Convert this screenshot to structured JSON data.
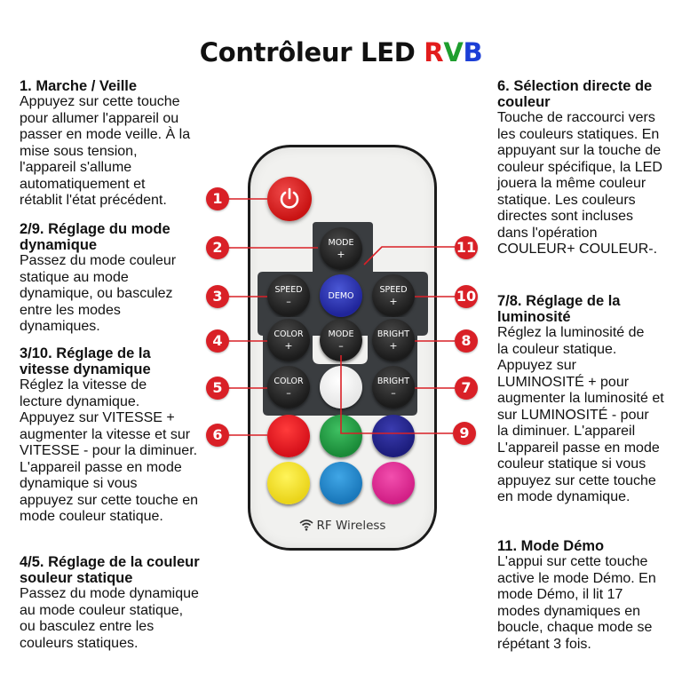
{
  "title": {
    "prefix": "Contrôleur LED ",
    "r": "R",
    "v": "V",
    "b": "B"
  },
  "sections": {
    "s1": {
      "heading": "1. Marche / Veille",
      "lines": [
        "Appuyez sur cette touche",
        "pour allumer l'appareil ou",
        "passer en mode veille. À la",
        "mise sous tension,",
        "l'appareil s'allume",
        "automatiquement et",
        "rétablit l'état précédent."
      ]
    },
    "s29": {
      "heading_lines": [
        "2/9. Réglage du mode",
        "dynamique"
      ],
      "lines": [
        "Passez du mode couleur",
        "statique au mode",
        "dynamique, ou basculez",
        "entre les modes",
        "dynamiques."
      ]
    },
    "s310": {
      "heading_lines": [
        "3/10. Réglage de la",
        "vitesse dynamique"
      ],
      "lines": [
        "Réglez la vitesse de",
        "lecture dynamique.",
        "Appuyez sur VITESSE +",
        "augmenter la vitesse et sur",
        "VITESSE - pour la diminuer.",
        "L'appareil passe en mode",
        "dynamique si vous",
        "appuyez sur cette touche en",
        "mode couleur statique."
      ]
    },
    "s45": {
      "heading_lines": [
        "4/5. Réglage de la couleur",
        "souleur statique"
      ],
      "lines": [
        "Passez du mode dynamique",
        "au mode couleur statique,",
        "ou basculez entre les",
        "couleurs statiques."
      ]
    },
    "s6": {
      "heading_lines": [
        "6. Sélection directe de",
        "couleur"
      ],
      "lines": [
        "Touche de raccourci vers",
        "les couleurs statiques. En",
        "appuyant sur la touche de",
        "couleur spécifique, la LED",
        "jouera la même couleur",
        "statique. Les couleurs",
        "directes sont incluses",
        "dans l'opération",
        "COULEUR+ COULEUR-."
      ]
    },
    "s78": {
      "heading_lines": [
        "7/8. Réglage de la",
        "luminosité"
      ],
      "lines": [
        "Réglez la luminosité de",
        "la couleur statique.",
        "Appuyez sur",
        "LUMINOSITÉ + pour",
        "augmenter la luminosité et",
        "sur  LUMINOSITÉ - pour",
        "la diminuer. L'appareil",
        "L'appareil passe en mode",
        "couleur statique si vous",
        "appuyez sur cette touche",
        "en mode dynamique."
      ]
    },
    "s11": {
      "heading": "11. Mode Démo",
      "lines": [
        "L'appui sur cette touche",
        "active le mode Démo. En",
        "mode Démo, il lit 17",
        "modes dynamiques en",
        "boucle, chaque mode se",
        "répétant 3 fois."
      ]
    }
  },
  "remote": {
    "buttons": {
      "mode_up": {
        "label": "MODE",
        "sym": "+"
      },
      "speed_down": {
        "label": "SPEED",
        "sym": "–"
      },
      "demo": {
        "label": "DEMO"
      },
      "speed_up": {
        "label": "SPEED",
        "sym": "+"
      },
      "color_up": {
        "label": "COLOR",
        "sym": "+"
      },
      "mode_down": {
        "label": "MODE",
        "sym": "–"
      },
      "bright_up": {
        "label": "BRIGHT",
        "sym": "+"
      },
      "color_down": {
        "label": "COLOR",
        "sym": "–"
      },
      "bright_down": {
        "label": "BRIGHT",
        "sym": "–"
      }
    },
    "color_keys": {
      "white": "#f7f7f7",
      "red": "#e0121b",
      "green": "#1f9a3f",
      "blue": "#23248e",
      "yellow": "#f3e21a",
      "sky": "#1f84c6",
      "pink": "#e0288f"
    },
    "footer": "RF Wireless"
  },
  "callouts": [
    "1",
    "2",
    "3",
    "4",
    "5",
    "6",
    "11",
    "10",
    "8",
    "7",
    "9"
  ],
  "colors": {
    "accent": "#d92027"
  }
}
